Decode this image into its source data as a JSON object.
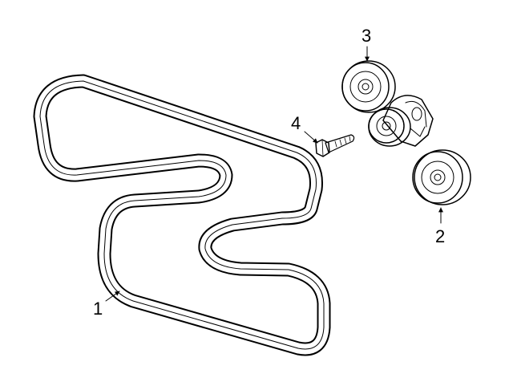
{
  "diagram": {
    "callouts": [
      {
        "id": "belt",
        "label": "1"
      },
      {
        "id": "idler-pulley",
        "label": "2"
      },
      {
        "id": "tensioner-pulley",
        "label": "3"
      },
      {
        "id": "bolt",
        "label": "4"
      }
    ]
  }
}
